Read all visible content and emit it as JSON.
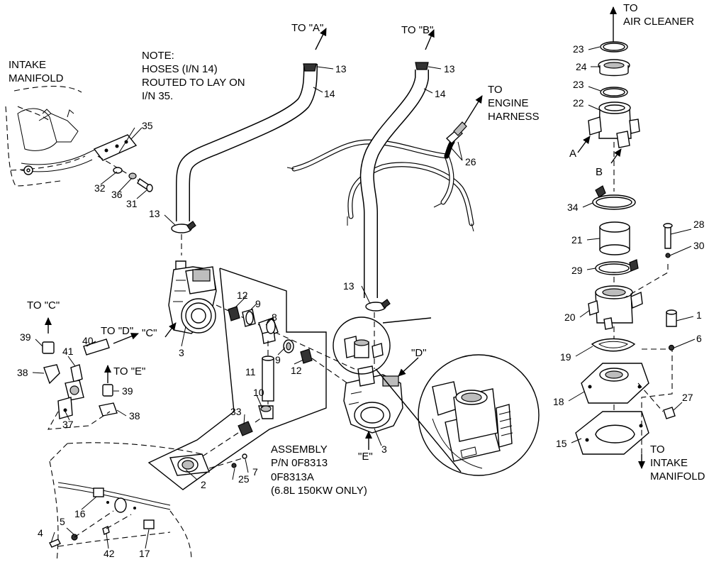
{
  "labels": {
    "to_a": "TO \"A\"",
    "to_b": "TO \"B\"",
    "to_c": "TO \"C\"",
    "to_d": "TO \"D\"",
    "to_e": "TO \"E\"",
    "to_air_1": "TO",
    "to_air_2": "AIR CLEANER",
    "to_eng_1": "TO",
    "to_eng_2": "ENGINE",
    "to_eng_3": "HARNESS",
    "intake_1": "INTAKE",
    "intake_2": "MANIFOLD",
    "to_intake_1": "TO",
    "to_intake_2": "INTAKE",
    "to_intake_3": "MANIFOLD",
    "note_1": "NOTE:",
    "note_2": "HOSES (I/N 14)",
    "note_3": "ROUTED TO LAY ON",
    "note_4": "I/N 35.",
    "assy_1": "ASSEMBLY",
    "assy_2": "P/N 0F8313",
    "assy_3": "0F8313A",
    "assy_4": "(6.8L 150KW ONLY)",
    "callout_c": "\"C\"",
    "callout_d": "\"D\"",
    "callout_e": "\"E\"",
    "letter_a": "A",
    "letter_b": "B"
  },
  "items": {
    "n1": "1",
    "n2": "2",
    "n3a": "3",
    "n3b": "3",
    "n4": "4",
    "n5": "5",
    "n6": "6",
    "n7": "7",
    "n8": "8",
    "n9a": "9",
    "n9b": "9",
    "n10": "10",
    "n11": "11",
    "n12a": "12",
    "n12b": "12",
    "n13a": "13",
    "n13b": "13",
    "n13c": "13",
    "n13d": "13",
    "n14a": "14",
    "n14b": "14",
    "n15": "15",
    "n16": "16",
    "n17": "17",
    "n18": "18",
    "n19": "19",
    "n20": "20",
    "n21": "21",
    "n22": "22",
    "n23a": "23",
    "n23b": "23",
    "n24": "24",
    "n25": "25",
    "n26": "26",
    "n27": "27",
    "n28": "28",
    "n29": "29",
    "n30": "30",
    "n31": "31",
    "n32": "32",
    "n33": "33",
    "n34": "34",
    "n35": "35",
    "n36": "36",
    "n37": "37",
    "n38a": "38",
    "n38b": "38",
    "n39a": "39",
    "n39b": "39",
    "n40": "40",
    "n41": "41",
    "n42": "42"
  }
}
